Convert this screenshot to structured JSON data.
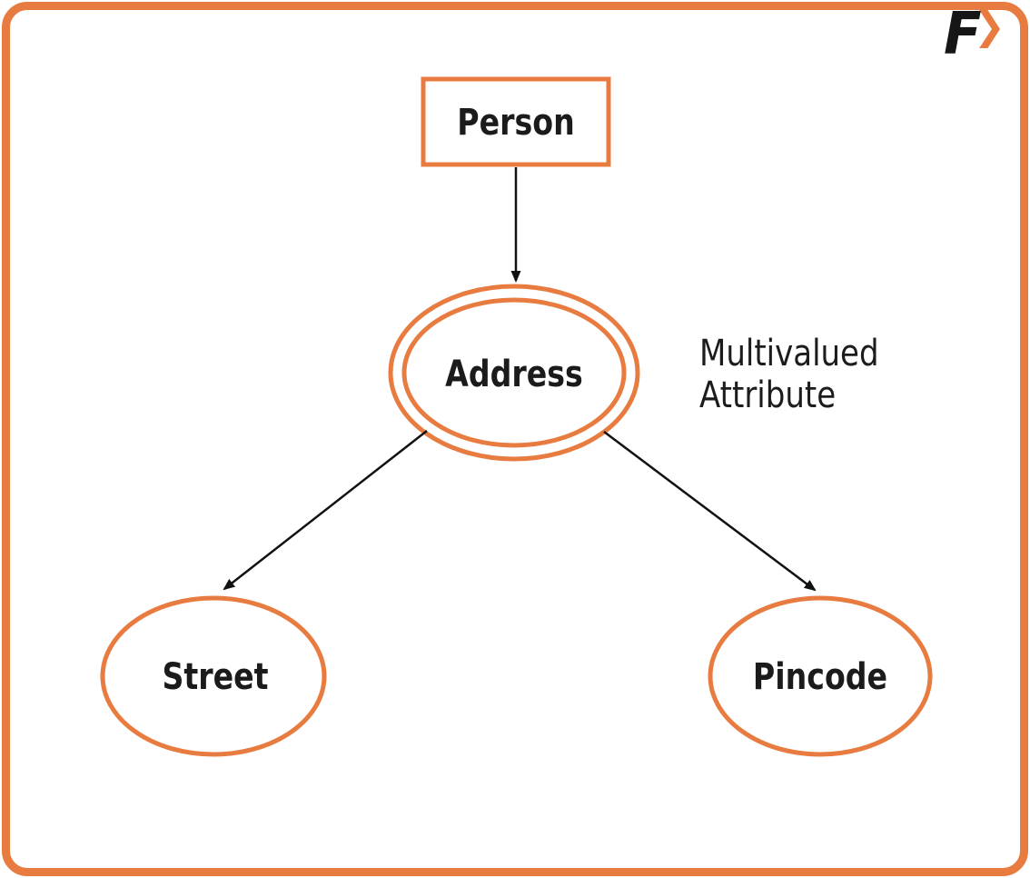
{
  "colors": {
    "accent": "#E87C40",
    "ink": "#1b1b1b",
    "arrow": "#111111",
    "background": "#ffffff"
  },
  "logo": {
    "letter": "F",
    "chevron": "❯"
  },
  "diagram": {
    "annotation": "Multivalued Attribute",
    "nodes": {
      "person": {
        "label": "Person",
        "shape": "rectangle",
        "role": "entity"
      },
      "address": {
        "label": "Address",
        "shape": "double-ellipse",
        "role": "multivalued-attribute"
      },
      "street": {
        "label": "Street",
        "shape": "ellipse",
        "role": "attribute"
      },
      "pincode": {
        "label": "Pincode",
        "shape": "ellipse",
        "role": "attribute"
      }
    },
    "edges": [
      {
        "from": "Person",
        "to": "Address"
      },
      {
        "from": "Address",
        "to": "Street"
      },
      {
        "from": "Address",
        "to": "Pincode"
      }
    ]
  }
}
